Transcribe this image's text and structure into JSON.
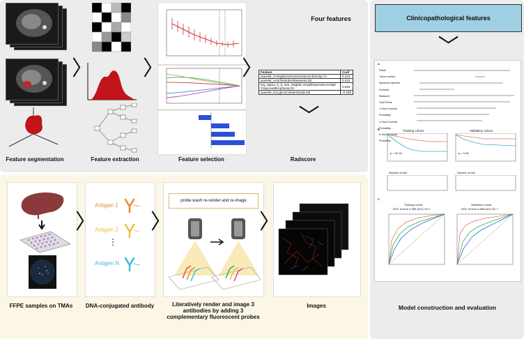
{
  "top_labels": {
    "seg": "Feature segmentation",
    "extract": "Feature extraction",
    "select": "Feature selection",
    "radscore": "Radscore",
    "four": "Four features"
  },
  "features_table": {
    "headers": [
      "Feature",
      "Coef"
    ],
    "rows": [
      [
        "wavelet_HHHglszmSizeZoneNonUniformity.T2",
        "0.423"
      ],
      [
        "wavelet_HHLfirstorderSkewness.D0",
        "0.223"
      ],
      [
        "log_sigma_0_5_mm_3Dgldm SmallDependenceHigh GrayLevelEmphasis.D1",
        "0.084"
      ],
      [
        "wavelet_HLLglcmClusterShade.D0",
        "-0.196"
      ]
    ]
  },
  "bottom_labels": {
    "ffpe": "FFPE samples on TMAs",
    "dna": "DNA-conjugated antibody",
    "render": "Literatively render and image 3 antibodies by adding 3 complementary fluorescent probes",
    "images": "Images",
    "probe": "probe wash re-render and re-image"
  },
  "antigens": {
    "a1": "Antigen 1",
    "a2": "Antigen 2",
    "an": "Antigen N",
    "dots": "⋮",
    "a1_color": "#e8892a",
    "a2_color": "#e8c23a",
    "an_color": "#45b8e0"
  },
  "right": {
    "banner": "Clinicopathological  features",
    "bottom": "Model construction and evaluation",
    "panel_a": "A",
    "panel_b": "B",
    "panel_c": "C",
    "training": "Training cohort",
    "validation": "Validation cohort",
    "p_train": "p < 2e-04",
    "p_valid": "p = 0.36",
    "number_at_risk": "Number at risk",
    "roc_train": "ROC at time t=365,AUC=76.2",
    "roc_valid": "ROC at time t=365,AUC=81.7",
    "nomo_rows": [
      "Points",
      "Tumor number",
      "Maximum diameter",
      "Cirrhosis",
      "Radscore",
      "Total Points",
      "1-Years Survival Probability",
      "2-Years Survival Probability",
      "3-Years Survival Probability"
    ]
  },
  "icons": {
    "down_arrow": "▼"
  }
}
